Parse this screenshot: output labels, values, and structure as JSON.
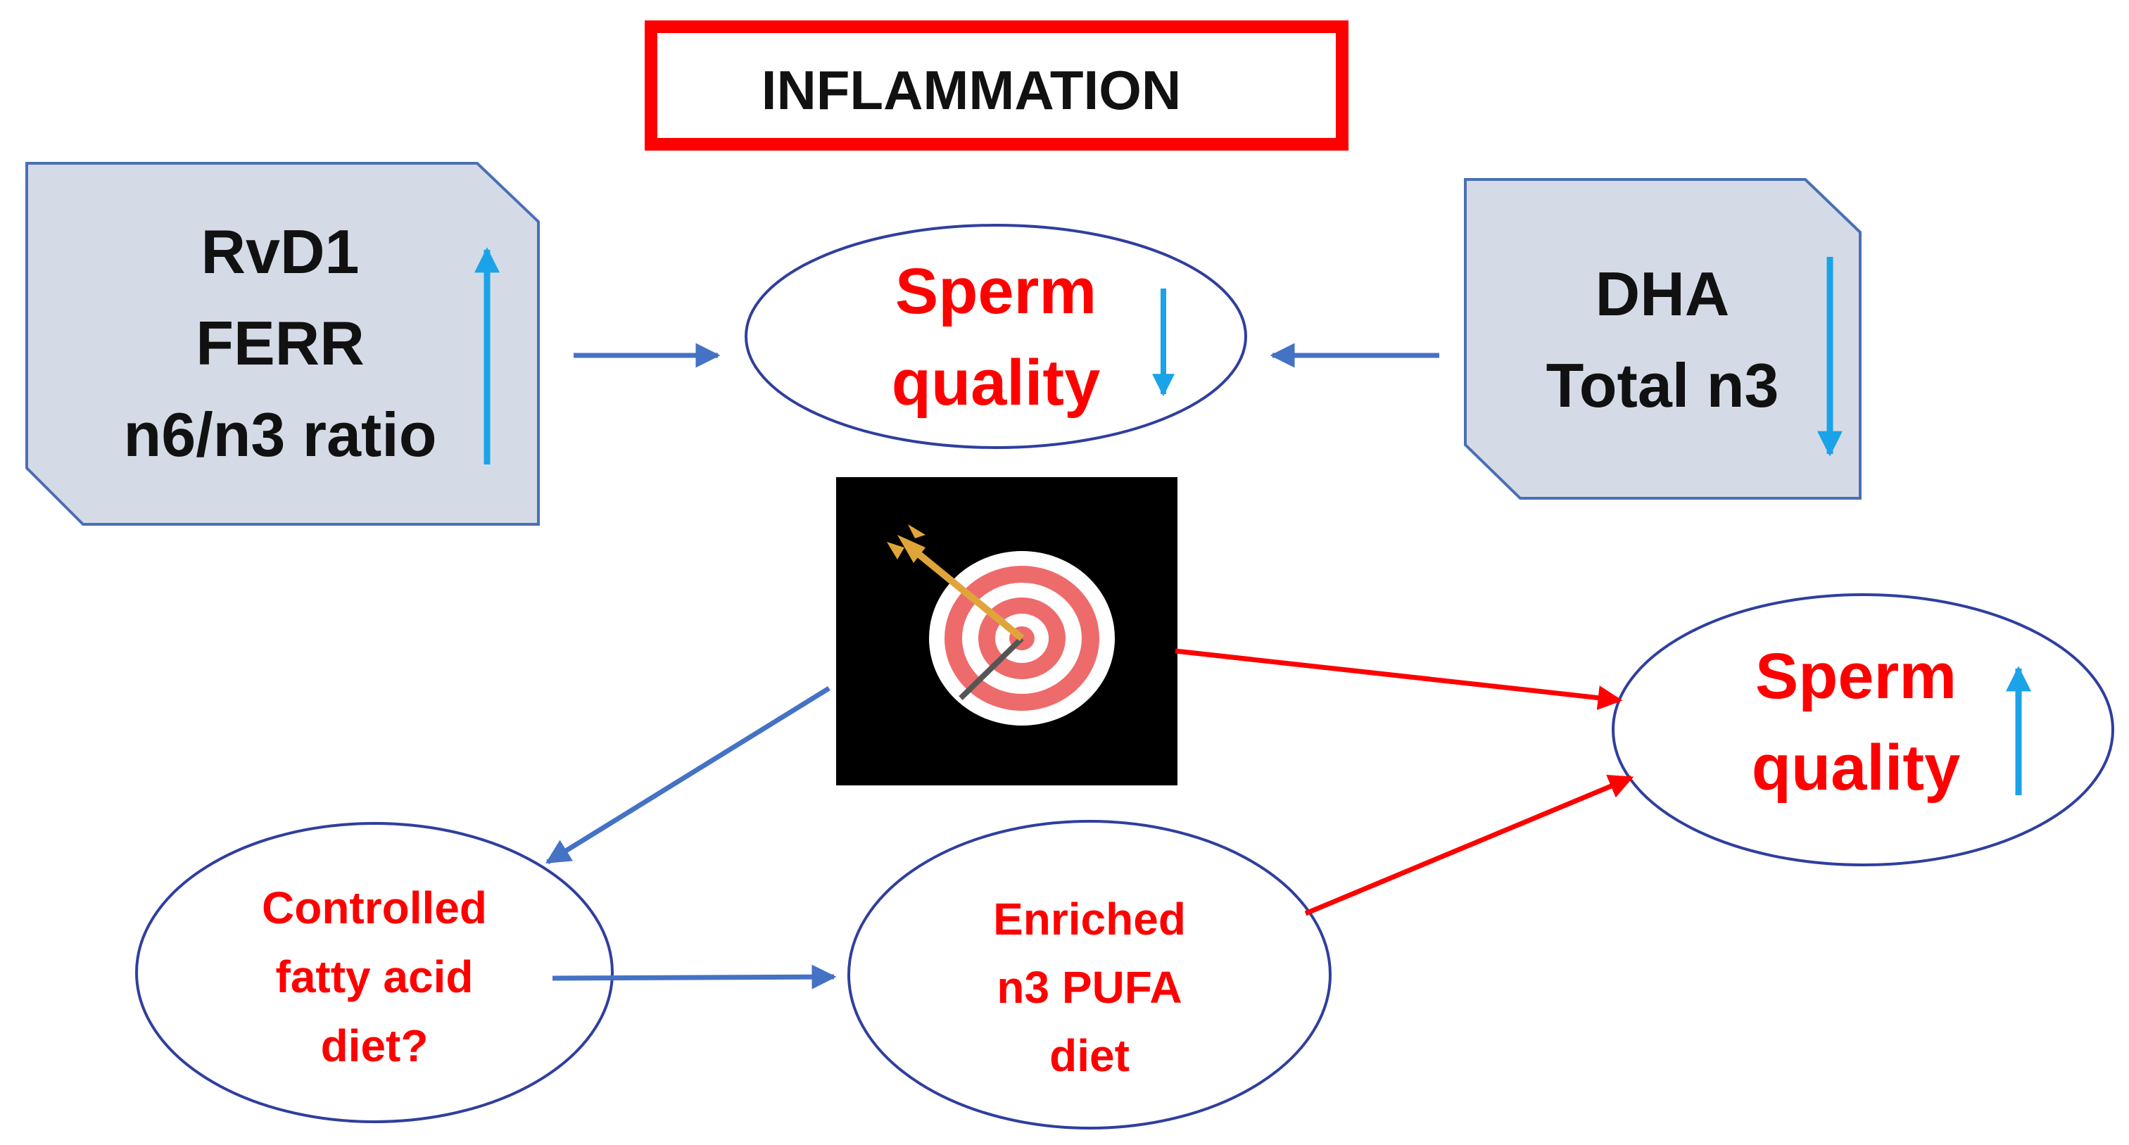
{
  "title": "INFLAMMATION",
  "left_box": {
    "lines": [
      "RvD1",
      "FERR",
      "n6/n3 ratio"
    ],
    "trend": "up"
  },
  "right_box": {
    "lines": [
      "DHA",
      "Total n3"
    ],
    "trend": "down"
  },
  "top_oval": {
    "lines": [
      "Sperm",
      "quality"
    ],
    "trend": "down"
  },
  "right_oval": {
    "lines": [
      "Sperm",
      "quality"
    ],
    "trend": "up"
  },
  "diet_left_oval": {
    "lines": [
      "Controlled",
      "fatty acid",
      "diet?"
    ]
  },
  "diet_mid_oval": {
    "lines": [
      "Enriched",
      "n3 PUFA",
      "diet"
    ]
  },
  "target_image": {
    "icon": "target-arrow-icon"
  },
  "colors": {
    "title_border": "#ff0000",
    "box_fill": "#d5dbe6",
    "box_stroke": "#4a6fb5",
    "oval_stroke": "#2f3f9e",
    "trend_arrow": "#1aa3e8",
    "blue_arrow": "#4472c4",
    "red_arrow": "#ff0000",
    "text_black": "#111111",
    "text_red": "#ff0000"
  }
}
